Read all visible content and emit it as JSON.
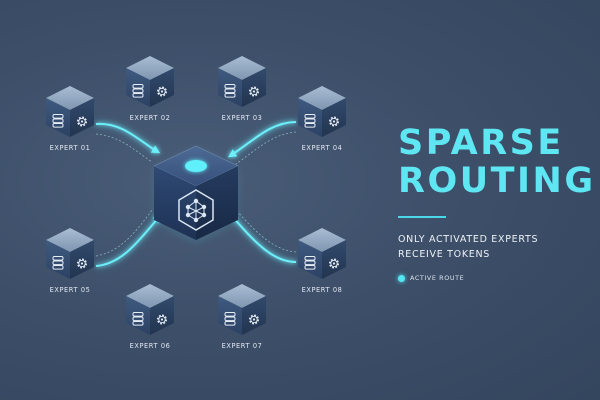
{
  "title_lines": [
    "SPARSE",
    "ROUTING"
  ],
  "subtitle_lines": [
    "ONLY ACTIVATED EXPERTS",
    "RECEIVE TOKENS"
  ],
  "legend": {
    "label": "ACTIVE ROUTE",
    "color": "#55e6f4"
  },
  "router": {
    "icon": "network-icon"
  },
  "experts": [
    {
      "label": "EXPERT 01",
      "active": true
    },
    {
      "label": "EXPERT 02",
      "active": false
    },
    {
      "label": "EXPERT 03",
      "active": false
    },
    {
      "label": "EXPERT 04",
      "active": true
    },
    {
      "label": "EXPERT 05",
      "active": true
    },
    {
      "label": "EXPERT 06",
      "active": false
    },
    {
      "label": "EXPERT 07",
      "active": false
    },
    {
      "label": "EXPERT 08",
      "active": true
    }
  ],
  "colors": {
    "accent": "#55e6f4",
    "background": "#3d4f69"
  }
}
